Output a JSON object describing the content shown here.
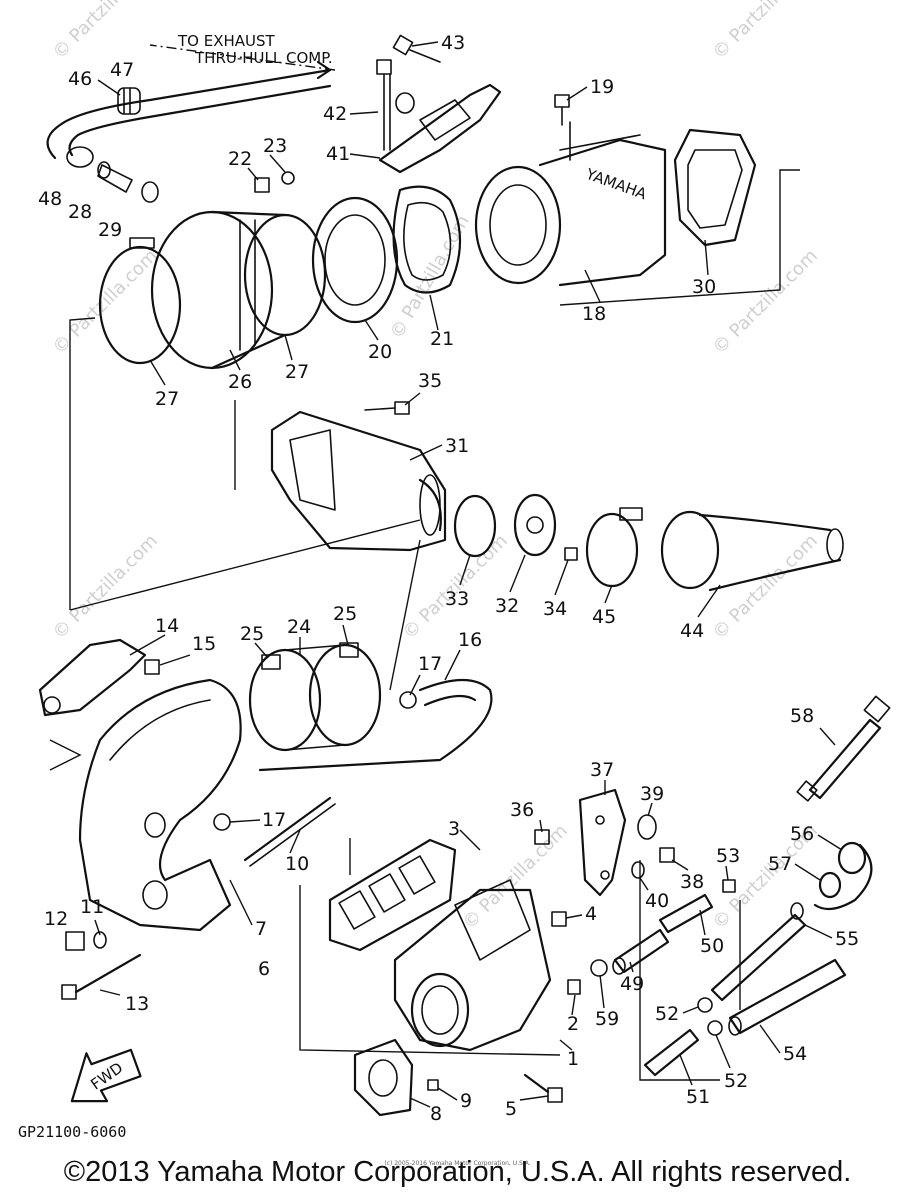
{
  "notes": {
    "exhaust_line1": "TO EXHAUST",
    "exhaust_line2": "THRU-HULL COMP."
  },
  "callouts": {
    "c1": "1",
    "c2": "2",
    "c3": "3",
    "c4": "4",
    "c5": "5",
    "c6": "6",
    "c7": "7",
    "c8": "8",
    "c9": "9",
    "c10": "10",
    "c11": "11",
    "c12": "12",
    "c13": "13",
    "c14": "14",
    "c15": "15",
    "c16": "16",
    "c17a": "17",
    "c17b": "17",
    "c18": "18",
    "c19": "19",
    "c20": "20",
    "c21": "21",
    "c22": "22",
    "c23": "23",
    "c24": "24",
    "c25a": "25",
    "c25b": "25",
    "c26": "26",
    "c27a": "27",
    "c27b": "27",
    "c28": "28",
    "c29": "29",
    "c30": "30",
    "c31": "31",
    "c32": "32",
    "c33": "33",
    "c34": "34",
    "c35": "35",
    "c36": "36",
    "c37": "37",
    "c38": "38",
    "c39": "39",
    "c40": "40",
    "c41": "41",
    "c42": "42",
    "c43": "43",
    "c44": "44",
    "c45": "45",
    "c46": "46",
    "c47": "47",
    "c48": "48",
    "c49": "49",
    "c50": "50",
    "c51": "51",
    "c52a": "52",
    "c52b": "52",
    "c53": "53",
    "c54": "54",
    "c55": "55",
    "c56": "56",
    "c57": "57",
    "c58": "58",
    "c59": "59"
  },
  "brand_marking": "YAMAHA",
  "fwd_label": "FWD",
  "diagram_code": "GP21100-6060",
  "watermark": "© Partzilla.com",
  "small_copyright": "(c) 2005-2016 Yamaha Motor Corporation, U.S.A.",
  "copyright": "©2013 Yamaha Motor Corporation, U.S.A. All rights reserved."
}
